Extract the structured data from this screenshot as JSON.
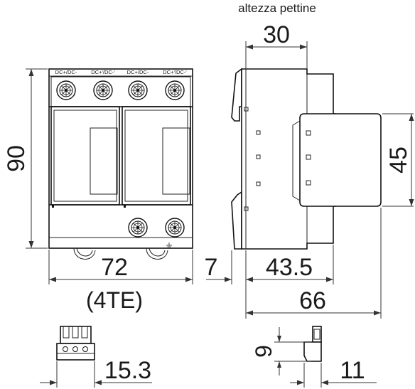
{
  "caption": {
    "top": "altezza pettine"
  },
  "terminals": [
    "DC+/DC-",
    "DC+'/DC-'",
    "DC+/DC-",
    "DC+'/DC-'"
  ],
  "dimensions": {
    "comb_width": "30",
    "height": "90",
    "width": "72",
    "width_units": "(4TE)",
    "side_offset": "7",
    "side_depth": "43.5",
    "side_total": "66",
    "front_height": "45",
    "comb_pitch_height": "9",
    "comb_length": "15.3",
    "comb_depth": "11"
  },
  "colors": {
    "outline": "#111111",
    "dimension_line": "#333333",
    "background": "#ffffff"
  }
}
